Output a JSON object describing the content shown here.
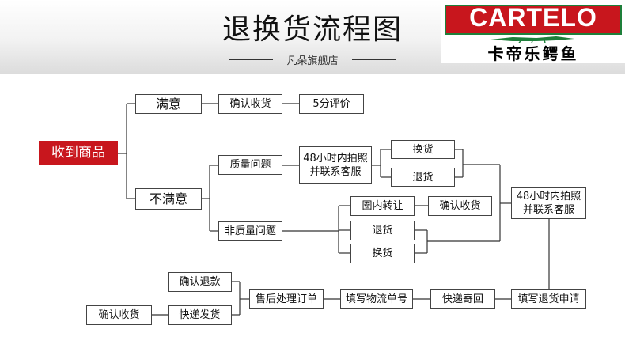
{
  "header": {
    "title": "退换货流程图",
    "subtitle": "凡朵旗舰店"
  },
  "logo": {
    "brand": "CARTELO",
    "brand_cn": "卡帝乐鳄鱼"
  },
  "nodes": {
    "receive": "收到商品",
    "satisfied": "满意",
    "confirm_receipt_1": "确认收货",
    "rating": "5分评价",
    "unsatisfied": "不满意",
    "quality_issue": "质量问题",
    "photo_48h_a": "48小时内拍照\n并联系客服",
    "exchange_a": "换货",
    "return_a": "退货",
    "non_quality_issue": "非质量问题",
    "resell": "圈内转让",
    "confirm_receipt_2": "确认收货",
    "return_b": "退货",
    "exchange_b": "换货",
    "photo_48h_b": "48小时内拍照\n并联系客服",
    "fill_return_form": "填写退货申请",
    "express_send": "快递寄回",
    "fill_tracking": "填写物流单号",
    "aftersale": "售后处理订单",
    "confirm_refund": "确认退款",
    "ship_goods": "快递发货",
    "confirm_receipt_3": "确认收货"
  }
}
